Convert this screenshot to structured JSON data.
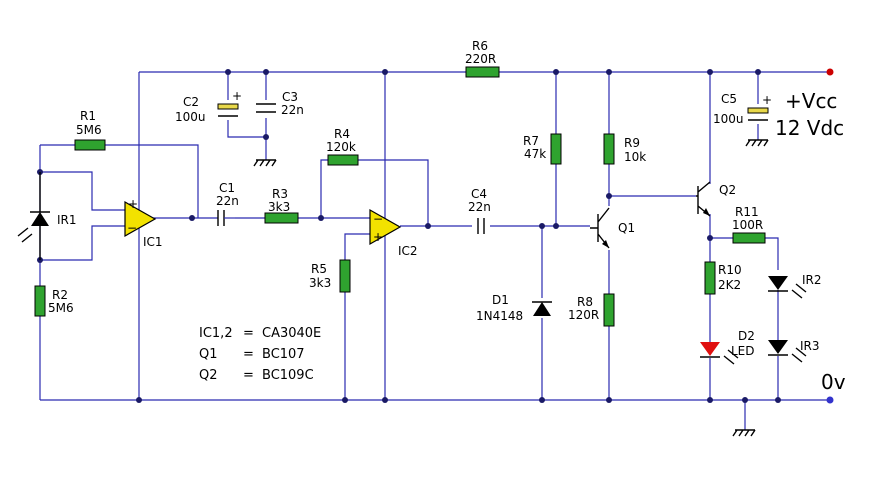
{
  "colors": {
    "wire": "#2b2bb0",
    "resistor": "#2fa32f",
    "opamp": "#f2e200",
    "capacitor_fill": "#e8d84a",
    "led": "#e01010",
    "terminal": "#cc0000",
    "ground_terminal": "#3333cc"
  },
  "components": {
    "r1": {
      "name": "R1",
      "value": "5M6"
    },
    "r2": {
      "name": "R2",
      "value": "5M6"
    },
    "r3": {
      "name": "R3",
      "value": "3k3"
    },
    "r4": {
      "name": "R4",
      "value": "120k"
    },
    "r5": {
      "name": "R5",
      "value": "3k3"
    },
    "r6": {
      "name": "R6",
      "value": "220R"
    },
    "r7": {
      "name": "R7",
      "value": "47k"
    },
    "r8": {
      "name": "R8",
      "value": "120R"
    },
    "r9": {
      "name": "R9",
      "value": "10k"
    },
    "r10": {
      "name": "R10",
      "value": "2K2"
    },
    "r11": {
      "name": "R11",
      "value": "100R"
    },
    "c1": {
      "name": "C1",
      "value": "22n"
    },
    "c2": {
      "name": "C2",
      "value": "100u"
    },
    "c3": {
      "name": "C3",
      "value": "22n"
    },
    "c4": {
      "name": "C4",
      "value": "22n"
    },
    "c5": {
      "name": "C5",
      "value": "100u"
    },
    "ic1": {
      "name": "IC1"
    },
    "ic2": {
      "name": "IC2"
    },
    "q1": {
      "name": "Q1"
    },
    "q2": {
      "name": "Q2"
    },
    "d1": {
      "name": "D1",
      "value": "1N4148"
    },
    "d2": {
      "name": "D2",
      "value": "LED"
    },
    "ir1": {
      "name": "IR1"
    },
    "ir2": {
      "name": "IR2"
    },
    "ir3": {
      "name": "IR3"
    }
  },
  "pins": {
    "plus": "+",
    "minus": "−",
    "cap_plus": "+"
  },
  "supply": {
    "vcc": "+Vcc",
    "voltage": "12 Vdc",
    "ground": "0v"
  },
  "parts_list": [
    {
      "part": "IC1,2",
      "eq": "=",
      "type": "CA3040E"
    },
    {
      "part": "Q1",
      "eq": "=",
      "type": "BC107"
    },
    {
      "part": "Q2",
      "eq": "=",
      "type": "BC109C"
    }
  ]
}
